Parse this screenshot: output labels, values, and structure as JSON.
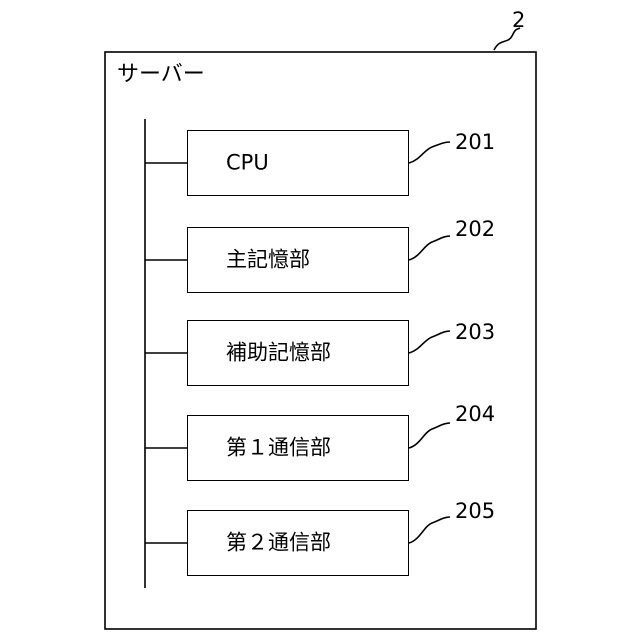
{
  "server": {
    "title": "サーバー",
    "ref": "2"
  },
  "modules": [
    {
      "label": "CPU",
      "ref": "201"
    },
    {
      "label": "主記憶部",
      "ref": "202"
    },
    {
      "label": "補助記憶部",
      "ref": "203"
    },
    {
      "label": "第１通信部",
      "ref": "204"
    },
    {
      "label": "第２通信部",
      "ref": "205"
    }
  ]
}
